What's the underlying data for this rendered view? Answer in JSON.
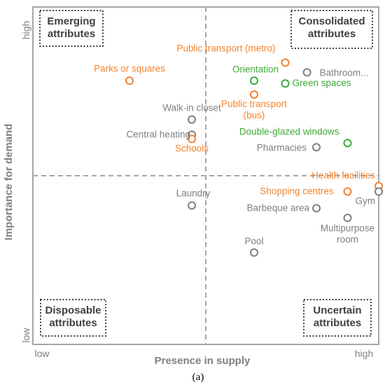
{
  "colors": {
    "orange": "#f4832e",
    "green": "#3daa37",
    "grey": "#7f7f7f",
    "frame": "#a6a6a6",
    "box": "#404040"
  },
  "chart_data": {
    "type": "scatter",
    "xlabel": "Presence in supply",
    "ylabel": "Importance for demand",
    "x_ticks": [
      "low",
      "high"
    ],
    "y_ticks": [
      "low",
      "high"
    ],
    "xlim": [
      0,
      100
    ],
    "ylim": [
      0,
      100
    ],
    "grid": false,
    "quadrant_dividers": {
      "x": 50,
      "y": 50
    },
    "panel_label": "(a)",
    "quadrants": [
      {
        "id": "emerging",
        "lines": [
          "Emerging",
          "attributes"
        ]
      },
      {
        "id": "consolidated",
        "lines": [
          "Consolidated",
          "attributes"
        ]
      },
      {
        "id": "disposable",
        "lines": [
          "Disposable",
          "attributes"
        ]
      },
      {
        "id": "uncertain",
        "lines": [
          "Uncertain",
          "attributes"
        ]
      }
    ],
    "points": [
      {
        "label": [
          "Public transport (metro)"
        ],
        "x": 70,
        "y": 88.5,
        "color": "orange"
      },
      {
        "label": [
          "Bathroom..."
        ],
        "x": 77,
        "y": 85,
        "color": "grey"
      },
      {
        "label": [
          "Orientation"
        ],
        "x": 60,
        "y": 82,
        "color": "green"
      },
      {
        "label": [
          "Green spaces"
        ],
        "x": 70,
        "y": 81,
        "color": "green"
      },
      {
        "label": [
          "Parks or squares"
        ],
        "x": 20,
        "y": 82,
        "color": "orange"
      },
      {
        "label": [
          "Public transport",
          "(bus)"
        ],
        "x": 60,
        "y": 77,
        "color": "orange"
      },
      {
        "label": [
          "Walk-in closet"
        ],
        "x": 40,
        "y": 68,
        "color": "grey"
      },
      {
        "label": [
          "Central heating"
        ],
        "x": 40,
        "y": 62.5,
        "color": "grey"
      },
      {
        "label": [
          "Schools"
        ],
        "x": 40,
        "y": 61,
        "color": "orange"
      },
      {
        "label": [
          "Double-glazed windows"
        ],
        "x": 90,
        "y": 59.5,
        "color": "green"
      },
      {
        "label": [
          "Pharmacies"
        ],
        "x": 80,
        "y": 58,
        "color": "grey"
      },
      {
        "label": [
          "Health facilities"
        ],
        "x": 100,
        "y": 44,
        "color": "orange"
      },
      {
        "label": [
          "Shopping centres"
        ],
        "x": 90,
        "y": 42,
        "color": "orange"
      },
      {
        "label": [
          "Gym"
        ],
        "x": 100,
        "y": 42,
        "color": "grey"
      },
      {
        "label": [
          "Laundry"
        ],
        "x": 40,
        "y": 37,
        "color": "grey"
      },
      {
        "label": [
          "Barbeque area"
        ],
        "x": 80,
        "y": 36,
        "color": "grey"
      },
      {
        "label": [
          "Multipurpose",
          "room"
        ],
        "x": 90,
        "y": 32.5,
        "color": "grey"
      },
      {
        "label": [
          "Pool"
        ],
        "x": 60,
        "y": 20,
        "color": "grey"
      }
    ]
  }
}
